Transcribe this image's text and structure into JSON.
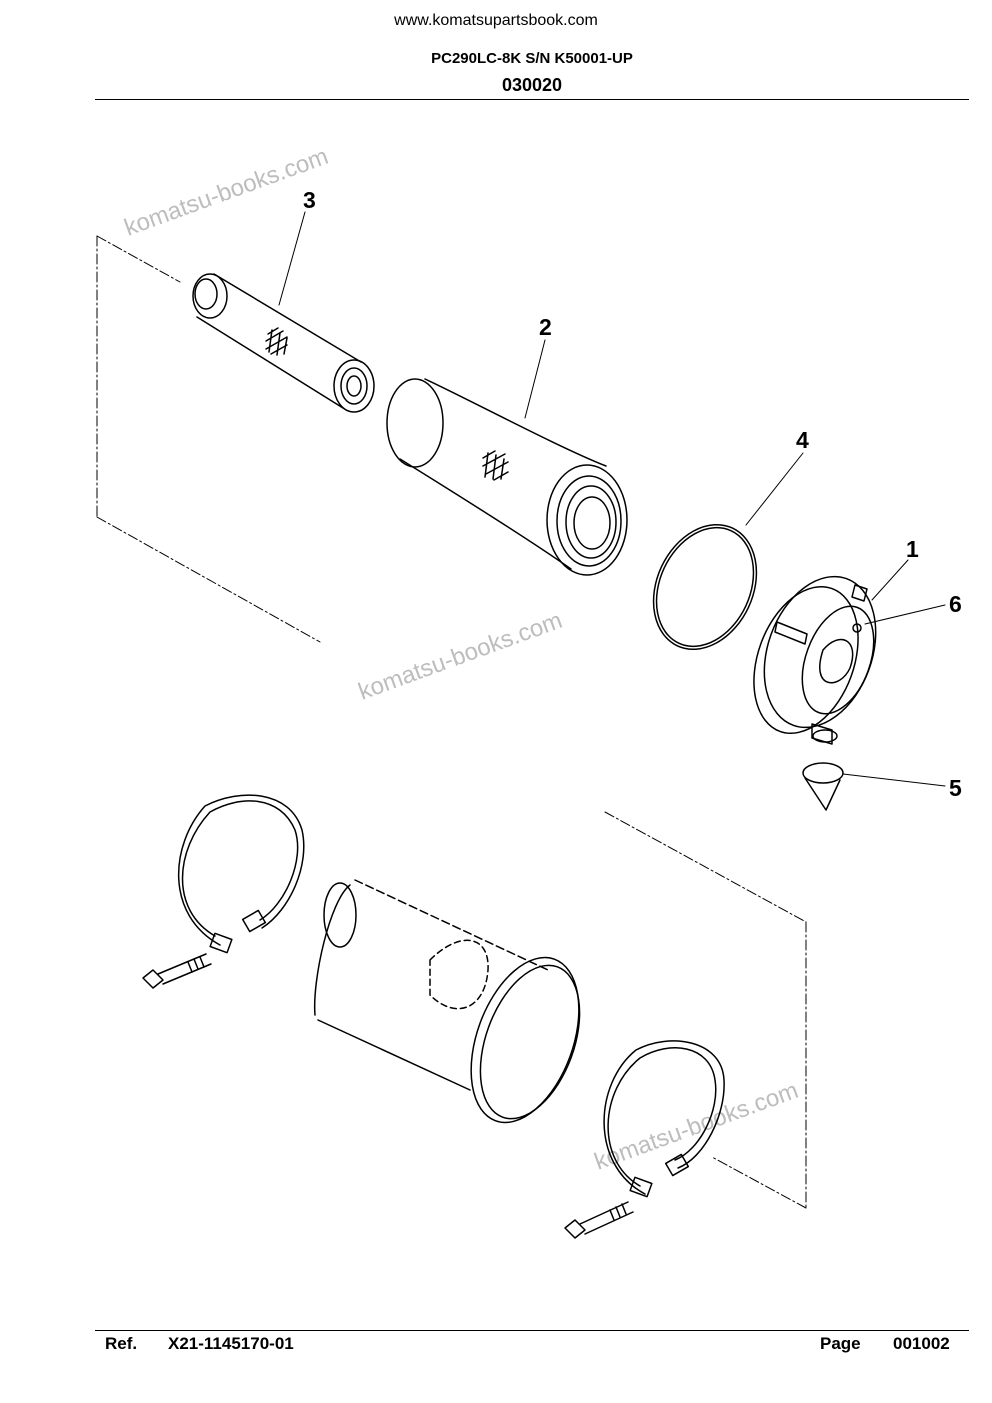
{
  "header": {
    "site_url": "www.komatsupartsbook.com",
    "model": "PC290LC-8K S/N K50001-UP",
    "section_number": "030020"
  },
  "watermarks": [
    "komatsu-books.com",
    "komatsu-books.com",
    "komatsu-books.com"
  ],
  "callouts": [
    "1",
    "2",
    "3",
    "4",
    "5",
    "6"
  ],
  "footer": {
    "ref_label": "Ref.",
    "ref_value": "X21-1145170-01",
    "page_label": "Page",
    "page_value": "001002"
  }
}
